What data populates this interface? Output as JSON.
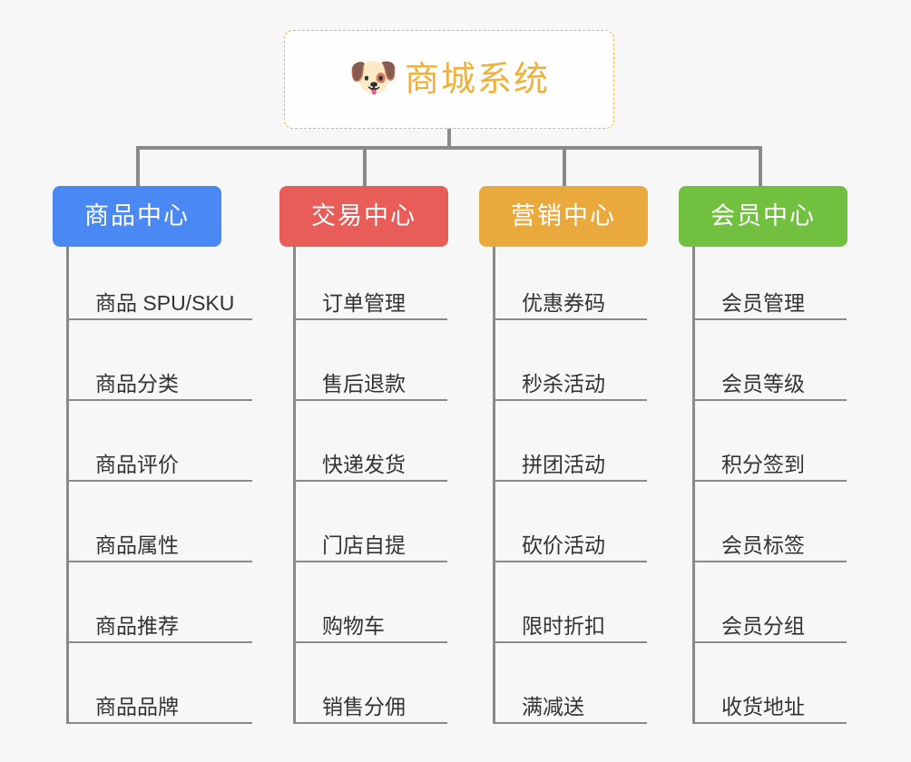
{
  "canvas": {
    "background": "#f7f7f7",
    "connector_color": "#8a8a8a"
  },
  "root": {
    "title": "商城系统",
    "emoji": "🐶",
    "emoji_name": "shiba-dog-face-emoji",
    "text_color": "#efb13b",
    "border_color": "#e9b44c",
    "background": "#fefefe"
  },
  "branches": [
    {
      "label": "商品中心",
      "color": "#4a89f3",
      "items": [
        "商品 SPU/SKU",
        "商品分类",
        "商品评价",
        "商品属性",
        "商品推荐",
        "商品品牌"
      ]
    },
    {
      "label": "交易中心",
      "color": "#e85d58",
      "items": [
        "订单管理",
        "售后退款",
        "快递发货",
        "门店自提",
        "购物车",
        "销售分佣"
      ]
    },
    {
      "label": "营销中心",
      "color": "#eaa93c",
      "items": [
        "优惠券码",
        "秒杀活动",
        "拼团活动",
        "砍价活动",
        "限时折扣",
        "满减送"
      ]
    },
    {
      "label": "会员中心",
      "color": "#72c040",
      "items": [
        "会员管理",
        "会员等级",
        "积分签到",
        "会员标签",
        "会员分组",
        "收货地址"
      ]
    }
  ],
  "layout": {
    "branch_x": [
      58,
      308,
      528,
      748
    ],
    "branch_width": [
      186,
      186,
      186,
      186
    ],
    "drop_x": [
      150,
      400,
      620,
      836
    ],
    "leaf_width": [
      205,
      170,
      170,
      170
    ],
    "leaf_top_first": 291,
    "leaf_pitch": 89
  }
}
